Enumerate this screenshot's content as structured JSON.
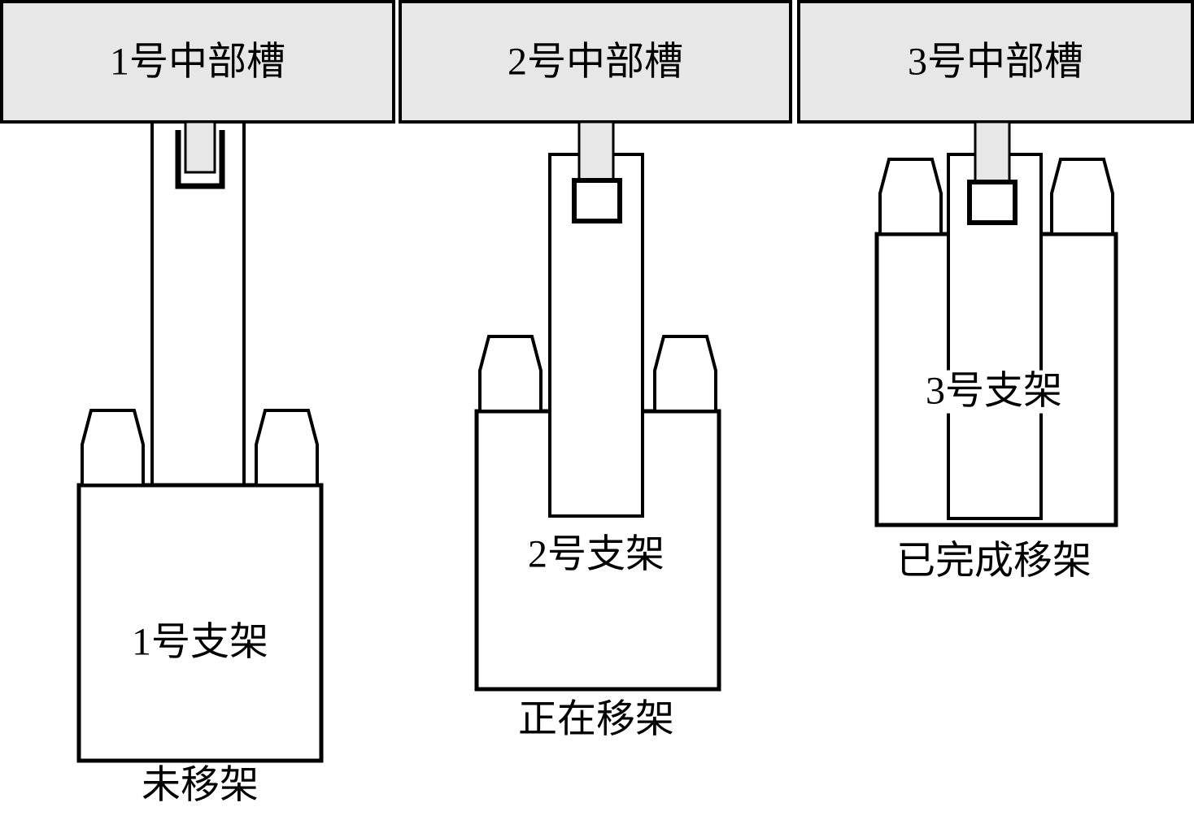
{
  "diagram": {
    "panels": [
      {
        "trough_label": "1号中部槽",
        "support_label": "1号支架",
        "status_label": "未移架"
      },
      {
        "trough_label": "2号中部槽",
        "support_label": "2号支架",
        "status_label": "正在移架"
      },
      {
        "trough_label": "3号中部槽",
        "support_label": "3号支架",
        "status_label": "已完成移架"
      }
    ],
    "colors": {
      "trough_fill": "#e7e7e7",
      "line": "#000000",
      "background": "#ffffff"
    }
  }
}
